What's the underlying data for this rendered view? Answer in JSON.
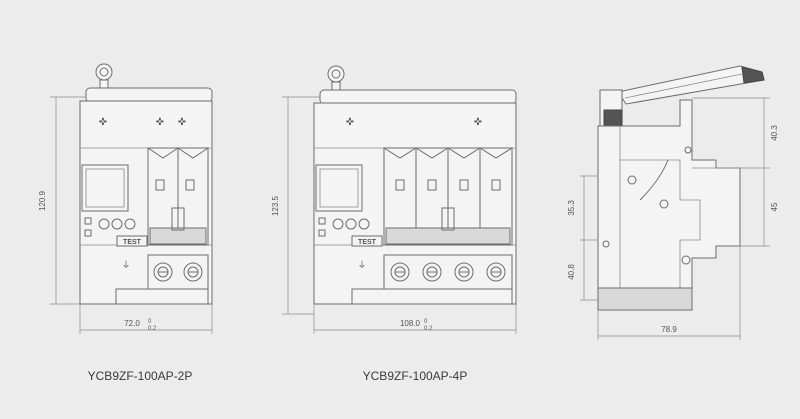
{
  "views": {
    "two_pole": {
      "caption": "YCB9ZF-100AP-2P",
      "height_dim": "120.9",
      "width_dim": "72.0",
      "width_tol": "0",
      "width_tol_low": "0.2",
      "test_label": "TEST"
    },
    "four_pole": {
      "caption": "YCB9ZF-100AP-4P",
      "height_dim": "123.5",
      "width_dim": "108.0",
      "width_tol": "0",
      "width_tol_low": "0.2",
      "test_label": "TEST"
    },
    "side": {
      "depth_dim": "78.9",
      "dim_top": "40.3",
      "dim_right": "45",
      "dim_left_mid": "35.3",
      "dim_left_low": "40.8"
    }
  }
}
